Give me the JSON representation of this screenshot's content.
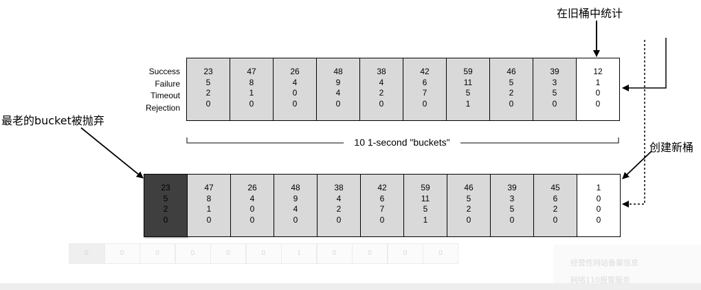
{
  "labels": {
    "count_in_old_bucket": "在旧桶中统计",
    "oldest_discarded": "最老的bucket被抛弃",
    "create_new_bucket": "创建新桶",
    "window_caption": "10 1-second \"buckets\""
  },
  "row_labels": [
    "Success",
    "Failure",
    "Timeout",
    "Rejection"
  ],
  "top_window": [
    [
      "23",
      "5",
      "2",
      "0"
    ],
    [
      "47",
      "8",
      "1",
      "0"
    ],
    [
      "26",
      "4",
      "0",
      "0"
    ],
    [
      "48",
      "9",
      "4",
      "0"
    ],
    [
      "38",
      "4",
      "2",
      "0"
    ],
    [
      "42",
      "6",
      "7",
      "0"
    ],
    [
      "59",
      "11",
      "5",
      "1"
    ],
    [
      "46",
      "5",
      "2",
      "0"
    ],
    [
      "39",
      "3",
      "5",
      "0"
    ],
    [
      "12",
      "1",
      "0",
      "0"
    ]
  ],
  "bottom_window": [
    [
      "23",
      "5",
      "2",
      "0"
    ],
    [
      "47",
      "8",
      "1",
      "0"
    ],
    [
      "26",
      "4",
      "0",
      "0"
    ],
    [
      "48",
      "9",
      "4",
      "0"
    ],
    [
      "38",
      "4",
      "2",
      "0"
    ],
    [
      "42",
      "6",
      "7",
      "0"
    ],
    [
      "59",
      "11",
      "5",
      "1"
    ],
    [
      "46",
      "5",
      "2",
      "0"
    ],
    [
      "39",
      "3",
      "5",
      "0"
    ],
    [
      "45",
      "6",
      "2",
      "0"
    ],
    [
      "1",
      "0",
      "0",
      "0"
    ]
  ],
  "ghost_row": [
    "0",
    "0",
    "0",
    "0",
    "0",
    "0",
    "1",
    "0",
    "0",
    "0",
    "0"
  ],
  "ghost_footer": [
    "经营性网站备案信息",
    "网络110报警服务"
  ],
  "colors": {
    "bucket_fill": "#d9d9d9",
    "current_bucket_fill": "#ffffff",
    "discarded_bucket_fill": "#3f3f3f",
    "border": "#000000"
  }
}
